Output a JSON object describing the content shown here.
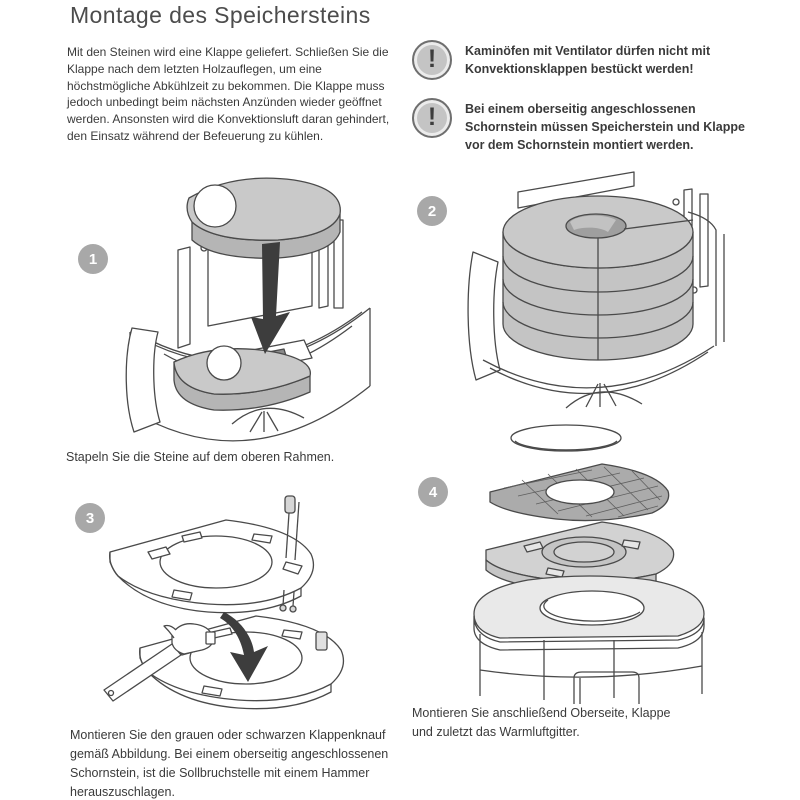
{
  "title": "Montage des Speichersteins",
  "intro": "Mit den Steinen wird eine Klappe geliefert. Schließen Sie die Klappe nach dem letzten Holzauflegen, um eine höchstmögliche Abkühlzeit zu bekommen. Die Klappe muss jedoch unbedingt beim nächsten Anzünden wieder geöffnet werden. Ansonsten wird die Konvektionsluft daran gehindert, den Einsatz während der Befeuerung zu kühlen.",
  "icons": {
    "exclamation": "!"
  },
  "warnings": [
    {
      "text": "Kaminöfen mit Ventilator dürfen nicht mit Konvektionsklappen bestückt werden!"
    },
    {
      "text": "Bei einem oberseitig angeschlossenen Schornstein müssen Speicherstein und Klappe vor dem Schornstein montiert werden."
    }
  ],
  "steps": [
    {
      "number": "1",
      "caption": "Stapeln Sie die Steine auf dem oberen Rahmen."
    },
    {
      "number": "2",
      "caption": ""
    },
    {
      "number": "3",
      "caption": "Montieren Sie den grauen oder schwarzen Klappenknauf gemäß Abbildung. Bei einem oberseitig angeschlossenen Schornstein, ist die Sollbruchstelle mit einem Hammer herauszuschlagen."
    },
    {
      "number": "4",
      "caption": "Montieren Sie anschließend Oberseite, Klappe und zuletzt das Warmluftgitter."
    }
  ],
  "colors": {
    "text": "#3a3a3a",
    "badge": "#a8a8a8",
    "stone_fill": "#c9c9c9",
    "stone_shade": "#b5b5b5",
    "outline": "#4a4a4a",
    "arrow": "#3d3d3d",
    "warning_icon_fill": "#c4c4c4",
    "warning_icon_ring": "#6f6f6f"
  }
}
